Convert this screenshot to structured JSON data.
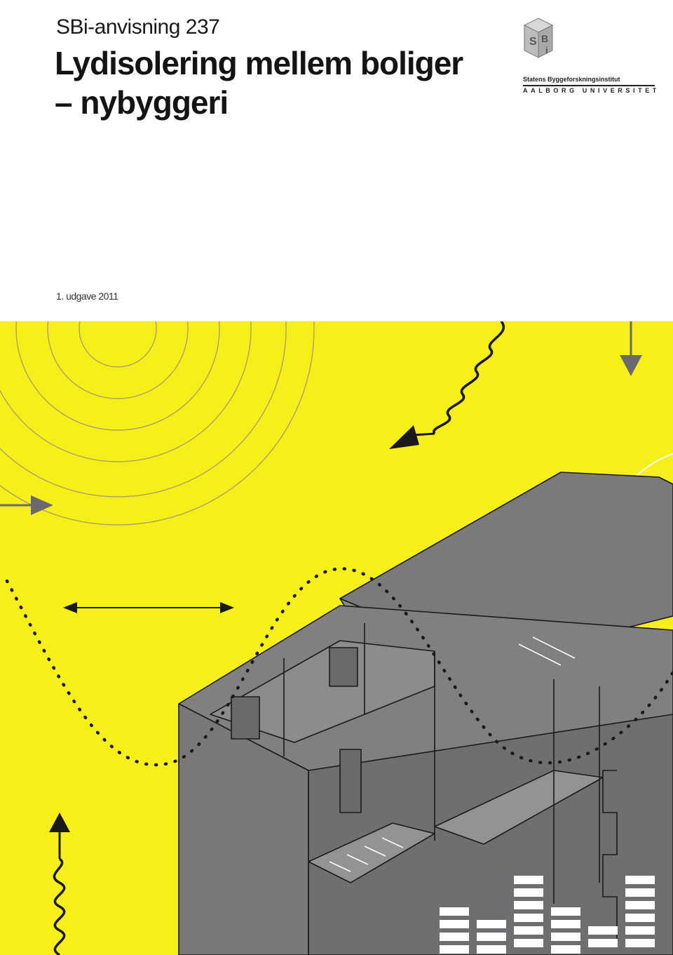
{
  "cover": {
    "series": "SBi-anvisning 237",
    "title_line1": "Lydisolering mellem boliger",
    "title_line2": "– nybyggeri",
    "edition": "1. udgave 2011"
  },
  "logo": {
    "mark": "SBi",
    "institute": "Statens Byggeforskningsinstitut",
    "university": "AALBORG UNIVERSITET"
  },
  "colors": {
    "background_accent": "#f7ef19",
    "building": "#7a7a7c",
    "building_dark": "#5e5e60",
    "line": "#1a1a1a"
  }
}
